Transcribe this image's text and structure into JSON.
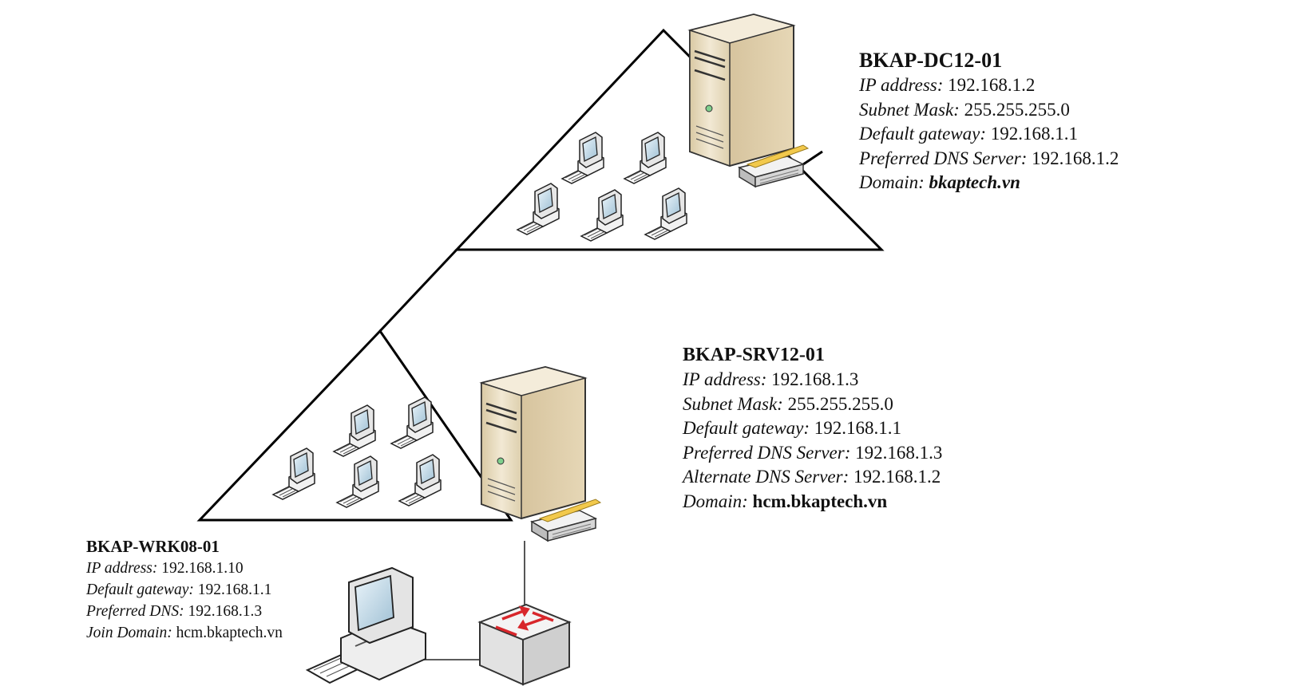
{
  "domain_controller": {
    "hostname": "BKAP-DC12-01",
    "ip_label": "IP address:",
    "ip": "192.168.1.2",
    "mask_label": "Subnet Mask:",
    "mask": "255.255.255.0",
    "gateway_label": "Default gateway:",
    "gateway": "192.168.1.1",
    "dns_label": "Preferred DNS Server:",
    "dns": "192.168.1.2",
    "domain_label": "Domain:",
    "domain": "bkaptech.vn"
  },
  "child_server": {
    "hostname": "BKAP-SRV12-01",
    "ip_label": "IP address:",
    "ip": "192.168.1.3",
    "mask_label": "Subnet Mask:",
    "mask": "255.255.255.0",
    "gateway_label": "Default gateway:",
    "gateway": "192.168.1.1",
    "dns_label": "Preferred DNS Server:",
    "dns": "192.168.1.3",
    "alt_dns_label": "Alternate DNS Server:",
    "alt_dns": "192.168.1.2",
    "domain_label": "Domain:",
    "domain": "hcm.bkaptech.vn"
  },
  "workstation": {
    "hostname": "BKAP-WRK08-01",
    "ip_label": "IP address:",
    "ip": "192.168.1.10",
    "gateway_label": "Default gateway:",
    "gateway": "192.168.1.1",
    "dns_label": "Preferred DNS:",
    "dns": "192.168.1.3",
    "domain_label": "Join Domain:",
    "domain": "hcm.bkaptech.vn"
  },
  "icons": {
    "server": "server-tower-icon",
    "modem": "network-card-icon",
    "client": "desktop-computer-icon",
    "switch": "network-switch-icon"
  },
  "colors": {
    "line": "#000000",
    "server_body": "#e9dcc0",
    "server_side": "#c9b48d",
    "client_screen": "#cfe2ee",
    "switch_arrow": "#d8262b"
  }
}
